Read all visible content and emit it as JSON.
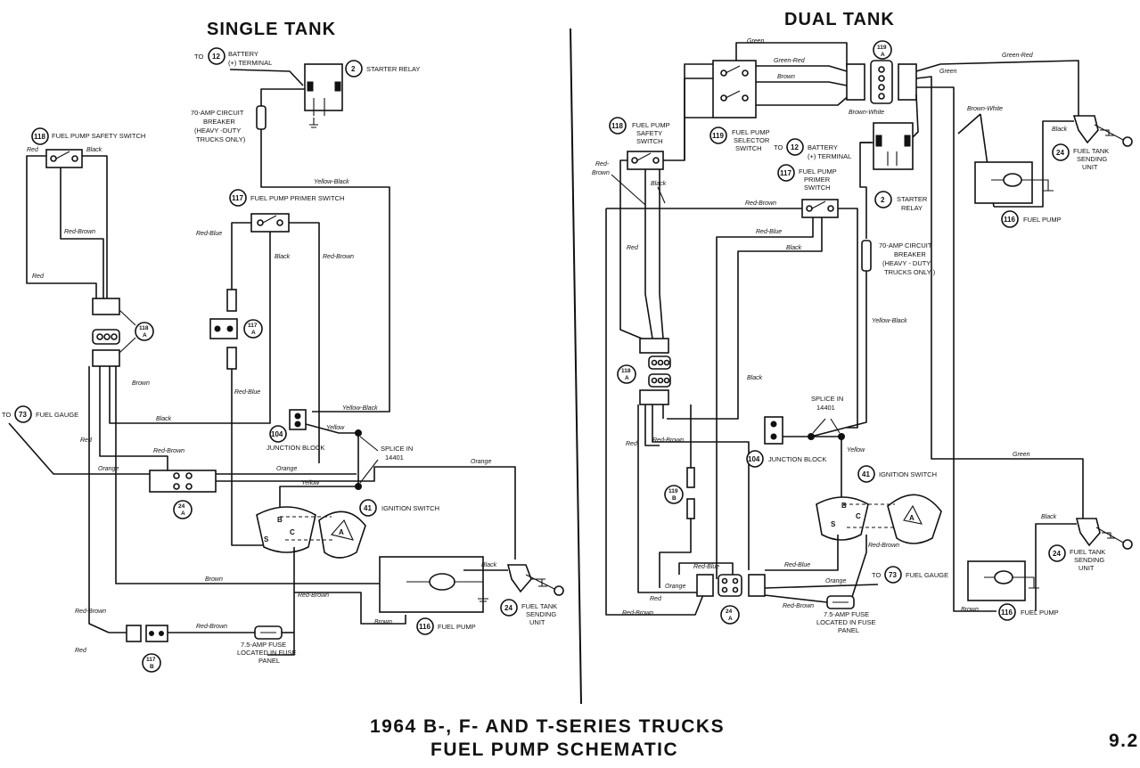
{
  "titles": {
    "single": "SINGLE TANK",
    "dual": "DUAL TANK",
    "main1": "1964 B-, F- AND T-SERIES TRUCKS",
    "main2": "FUEL PUMP SCHEMATIC",
    "page": "9.2"
  },
  "single": {
    "to12": "TO",
    "n12": "12",
    "battery1": "BATTERY",
    "battery2": "(+) TERMINAL",
    "n2": "2",
    "starter_relay": "STARTER RELAY",
    "breaker1": "70-AMP CIRCUIT",
    "breaker2": "BREAKER",
    "breaker3": "(HEAVY -DUTY",
    "breaker4": "TRUCKS ONLY)",
    "n118": "118",
    "safety_switch": "FUEL PUMP SAFETY SWITCH",
    "n117": "117",
    "primer_switch": "FUEL PUMP PRIMER SWITCH",
    "n118a": "118",
    "a1": "A",
    "n117a": "117",
    "a2": "A",
    "n104": "104",
    "junction_block": "JUNCTION BLOCK",
    "splice1": "SPLICE IN",
    "splice2": "14401",
    "to73": "TO",
    "n73": "73",
    "fuel_gauge": "FUEL GAUGE",
    "n24a": "24",
    "a3": "A",
    "n41": "41",
    "ignition": "IGNITION SWITCH",
    "term_b": "B",
    "term_s": "S",
    "term_c": "C",
    "term_a": "A",
    "n116": "116",
    "fuel_pump": "FUEL PUMP",
    "n24": "24",
    "sending1": "FUEL TANK",
    "sending2": "SENDING",
    "sending3": "UNIT",
    "n117b": "117",
    "b1": "B",
    "fuse1": "7.5-AMP FUSE",
    "fuse2": "LOCATED IN FUSE",
    "fuse3": "PANEL",
    "w_black1": "Black",
    "w_red1": "Red",
    "w_redbrown1": "Red-Brown",
    "w_red2": "Red",
    "w_yellowblack": "Yellow-Black",
    "w_redblue1": "Red-Blue",
    "w_black2": "Black",
    "w_redbrown2": "Red-Brown",
    "w_brown1": "Brown",
    "w_redblue2": "Red-Blue",
    "w_yellowblack2": "Yellow-Black",
    "w_black3": "Black",
    "w_yellow1": "Yellow",
    "w_red3": "Red",
    "w_redbrown3": "Red-Brown",
    "w_orange1": "Orange",
    "w_orange2": "Orange",
    "w_orange3": "Orange",
    "w_yellow2": "Yellow",
    "w_brown2": "Brown",
    "w_black4": "Black",
    "w_redbrown4": "Red-Brown",
    "w_redbrown5": "Red-Brown",
    "w_red4": "Red",
    "w_redbrown6": "Red-Brown",
    "w_brown3": "Brown"
  },
  "dual": {
    "w_green1": "Green",
    "w_greenred1": "Green-Red",
    "n119a": "119",
    "a1": "A",
    "w_greenred2": "Green-Red",
    "w_green2": "Green",
    "w_brown1": "Brown",
    "w_brownwhite1": "Brown-White",
    "w_brownwhite2": "Brown-White",
    "n118": "118",
    "safety1": "FUEL PUMP",
    "safety2": "SAFETY",
    "safety3": "SWITCH",
    "n119": "119",
    "selector1": "FUEL PUMP",
    "selector2": "SELECTOR",
    "selector3": "SWITCH",
    "to12": "TO",
    "n12": "12",
    "battery1": "BATTERY",
    "battery2": "(+) TERMINAL",
    "w_black1": "Black",
    "n24": "24",
    "sending1": "FUEL TANK",
    "sending2": "SENDING",
    "sending3": "UNIT",
    "w_redbrown1": "Red-",
    "w_redbrown1b": "Brown",
    "w_black2": "Black",
    "n117": "117",
    "primer1": "FUEL PUMP",
    "primer2": "PRIMER",
    "primer3": "SWITCH",
    "n2": "2",
    "starter1": "STARTER",
    "starter2": "RELAY",
    "w_redbrown2": "Red-Brown",
    "w_redblue1": "Red-Blue",
    "n116": "116",
    "fuel_pump": "FUEL PUMP",
    "w_red1": "Red",
    "w_black3": "Black",
    "breaker1": "70-AMP CIRCUIT",
    "breaker2": "BREAKER",
    "breaker3": "(HEAVY - DUTY",
    "breaker4": "TRUCKS ONLY )",
    "w_yellowblack": "Yellow-Black",
    "n118a": "118",
    "a2": "A",
    "w_black4": "Black",
    "splice1": "SPLICE IN",
    "splice2": "14401",
    "w_redbrown3": "Red-Brown",
    "w_yellow": "Yellow",
    "w_red2": "Red",
    "n104": "104",
    "junction_block": "JUNCTION BLOCK",
    "w_green3": "Green",
    "n41": "41",
    "ignition": "IGNITION SWITCH",
    "term_b": "B",
    "term_s": "S",
    "term_c": "C",
    "term_a": "A",
    "n119b": "119",
    "b1": "B",
    "w_black5": "Black",
    "n24b": "24",
    "sending1b": "FUEL TANK",
    "sending2b": "SENDING",
    "sending3b": "UNIT",
    "w_redbrown4": "Red-Brown",
    "w_redblue2": "Red-Blue",
    "w_redblue3": "Red-Blue",
    "to73": "TO",
    "n73": "73",
    "fuel_gauge": "FUEL GAUGE",
    "w_orange1": "Orange",
    "w_orange2": "Orange",
    "w_red3": "Red",
    "w_redbrown5": "Red-Brown",
    "w_redbrown6": "Red-Brown",
    "n24a": "24",
    "a3": "A",
    "fuse1": "7.5-AMP FUSE",
    "fuse2": "LOCATED IN FUSE",
    "fuse3": "PANEL",
    "w_brown2": "Brown",
    "n116b": "116",
    "fuel_pump2": "FUEL PUMP"
  }
}
